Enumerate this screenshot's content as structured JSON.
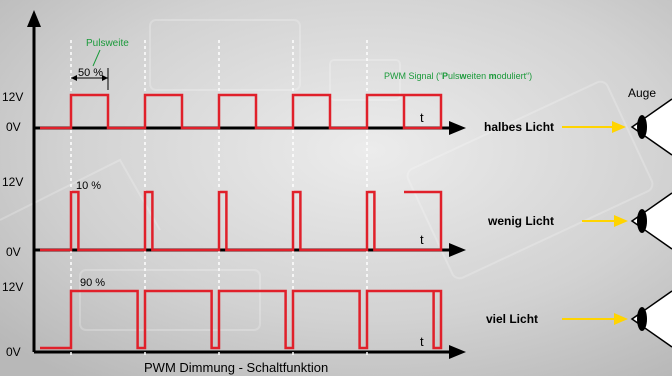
{
  "caption": "PWM Dimmung - Schaltfunktion",
  "axis_t_label": "t",
  "annotations": {
    "pulse_width": "Pulsweite",
    "signal_note_parts": [
      {
        "text": "PWM Signal (“",
        "bold": false
      },
      {
        "text": "P",
        "bold": true
      },
      {
        "text": "uls",
        "bold": false
      },
      {
        "text": "w",
        "bold": true
      },
      {
        "text": "eiten ",
        "bold": false
      },
      {
        "text": "m",
        "bold": true
      },
      {
        "text": "oduliert“)",
        "bold": false
      }
    ]
  },
  "eye_header": "Auge",
  "rows": [
    {
      "high_label": "12V",
      "low_label": "0V",
      "duty_label": "50 %",
      "duty": 0.5,
      "result": "halbes Licht"
    },
    {
      "high_label": "12V",
      "low_label": "0V",
      "duty_label": "10 %",
      "duty": 0.1,
      "result": "wenig Licht"
    },
    {
      "high_label": "12V",
      "low_label": "0V",
      "duty_label": "90 %",
      "duty": 0.9,
      "result": "viel Licht"
    }
  ],
  "colors": {
    "signal": "#e0202a",
    "annotation": "#1a9a3a",
    "arrow": "#ffd400",
    "eye": "#ffffff",
    "axis": "#000000",
    "background": "#d9d9d9"
  }
}
